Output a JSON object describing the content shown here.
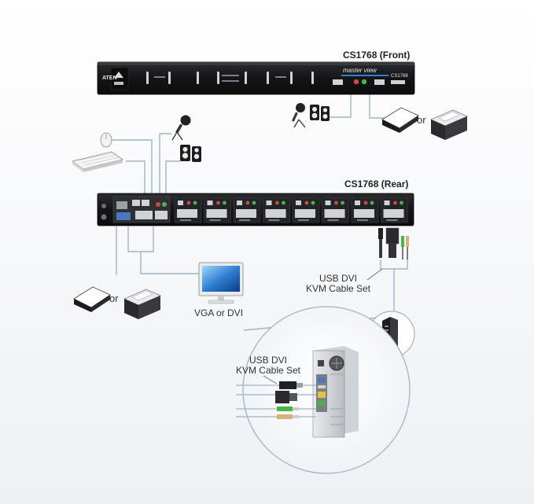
{
  "front_title": "CS1768 (Front)",
  "rear_title": "CS1768 (Rear)",
  "or_front": "or",
  "or_rear": "or",
  "monitor_label": "VGA or DVI",
  "cable_callout_line1": "USB DVI",
  "cable_callout_line2": "KVM Cable Set",
  "inset_callout_line1": "USB DVI",
  "inset_callout_line2": "KVM Cable Set",
  "front_panel": {
    "brand": "ATEN",
    "product_line": "master view",
    "model": "CS1768"
  },
  "colors": {
    "panel": "#1b1b1d",
    "cable": "#9fb4c4",
    "accent_blue": "#2f7fd0",
    "port_green": "#4bb34b",
    "port_red": "#d04848"
  },
  "icons": [
    "microphone-icon",
    "speakers-icon",
    "scanner-icon",
    "printer-icon",
    "mouse-icon",
    "keyboard-icon",
    "monitor-icon",
    "computer-tower-icon"
  ]
}
